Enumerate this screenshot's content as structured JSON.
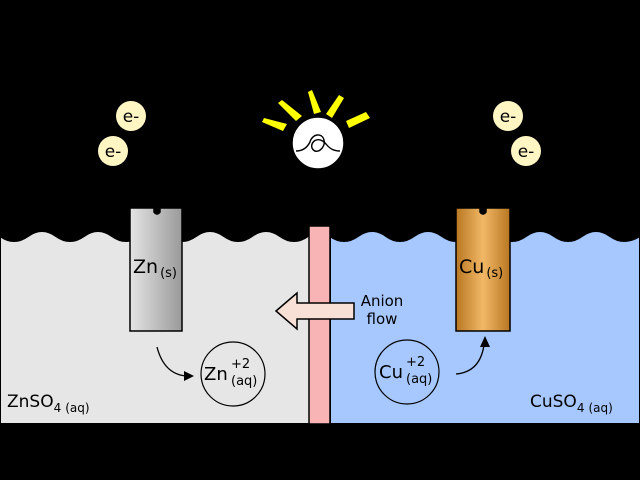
{
  "colors": {
    "background": "#000000",
    "left_solution": "#e6e6e6",
    "right_solution": "#a6c8ff",
    "salt_bridge": "#f8b4b4",
    "zinc_electrode_light": "#e4e4e4",
    "zinc_electrode_dark": "#9a9a9a",
    "copper_electrode_light": "#f2b866",
    "copper_electrode_dark": "#b87722",
    "electron_bubble": "#fff6c4",
    "bulb": "#ffffff",
    "bulb_rays": "#ffff00"
  },
  "electrons": {
    "left_top": "e-",
    "left_bottom": "e-",
    "right_top": "e-",
    "right_bottom": "e-"
  },
  "zinc": {
    "electrode_symbol": "Zn",
    "electrode_state": "(s)",
    "ion_symbol": "Zn",
    "ion_charge": "+2",
    "ion_state": "(aq)",
    "solution_formula": "ZnSO",
    "solution_subscript": "4",
    "solution_state": "(aq)"
  },
  "copper": {
    "electrode_symbol": "Cu",
    "electrode_state": "(s)",
    "ion_symbol": "Cu",
    "ion_charge": "+2",
    "ion_state": "(aq)",
    "solution_formula": "CuSO",
    "solution_subscript": "4",
    "solution_state": "(aq)"
  },
  "anion_flow": {
    "line1": "Anion",
    "line2": "flow"
  }
}
